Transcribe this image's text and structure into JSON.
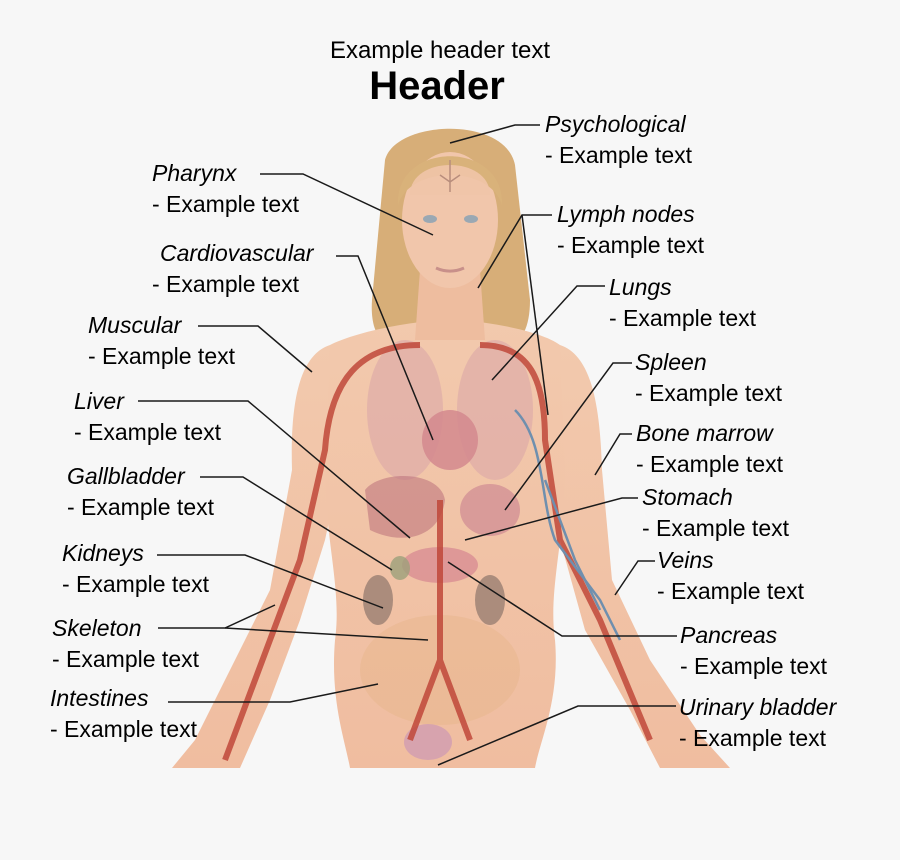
{
  "header": {
    "subtitle": "Example header text",
    "title": "Header"
  },
  "colors": {
    "background": "#f7f7f7",
    "skin": "#efc1a3",
    "hair": "#d9b27a",
    "artery": "#c0483a",
    "vein": "#6f8fae",
    "leader_line": "#1a1a1a"
  },
  "labels": {
    "left": [
      {
        "name": "Pharynx",
        "desc": "- Example text"
      },
      {
        "name": "Cardiovascular",
        "desc": "- Example text"
      },
      {
        "name": "Muscular",
        "desc": "- Example text"
      },
      {
        "name": "Liver",
        "desc": "- Example text"
      },
      {
        "name": "Gallbladder",
        "desc": "- Example text"
      },
      {
        "name": "Kidneys",
        "desc": "- Example text"
      },
      {
        "name": "Skeleton",
        "desc": "- Example text"
      },
      {
        "name": "Intestines",
        "desc": "- Example text"
      }
    ],
    "right": [
      {
        "name": "Psychological",
        "desc": "- Example text"
      },
      {
        "name": "Lymph nodes",
        "desc": "- Example text"
      },
      {
        "name": "Lungs",
        "desc": "- Example text"
      },
      {
        "name": "Spleen",
        "desc": "- Example text"
      },
      {
        "name": "Bone marrow",
        "desc": "- Example text"
      },
      {
        "name": "Stomach",
        "desc": "- Example text"
      },
      {
        "name": "Veins",
        "desc": "- Example text"
      },
      {
        "name": "Pancreas",
        "desc": "- Example text"
      },
      {
        "name": "Urinary bladder",
        "desc": "- Example text"
      }
    ]
  }
}
